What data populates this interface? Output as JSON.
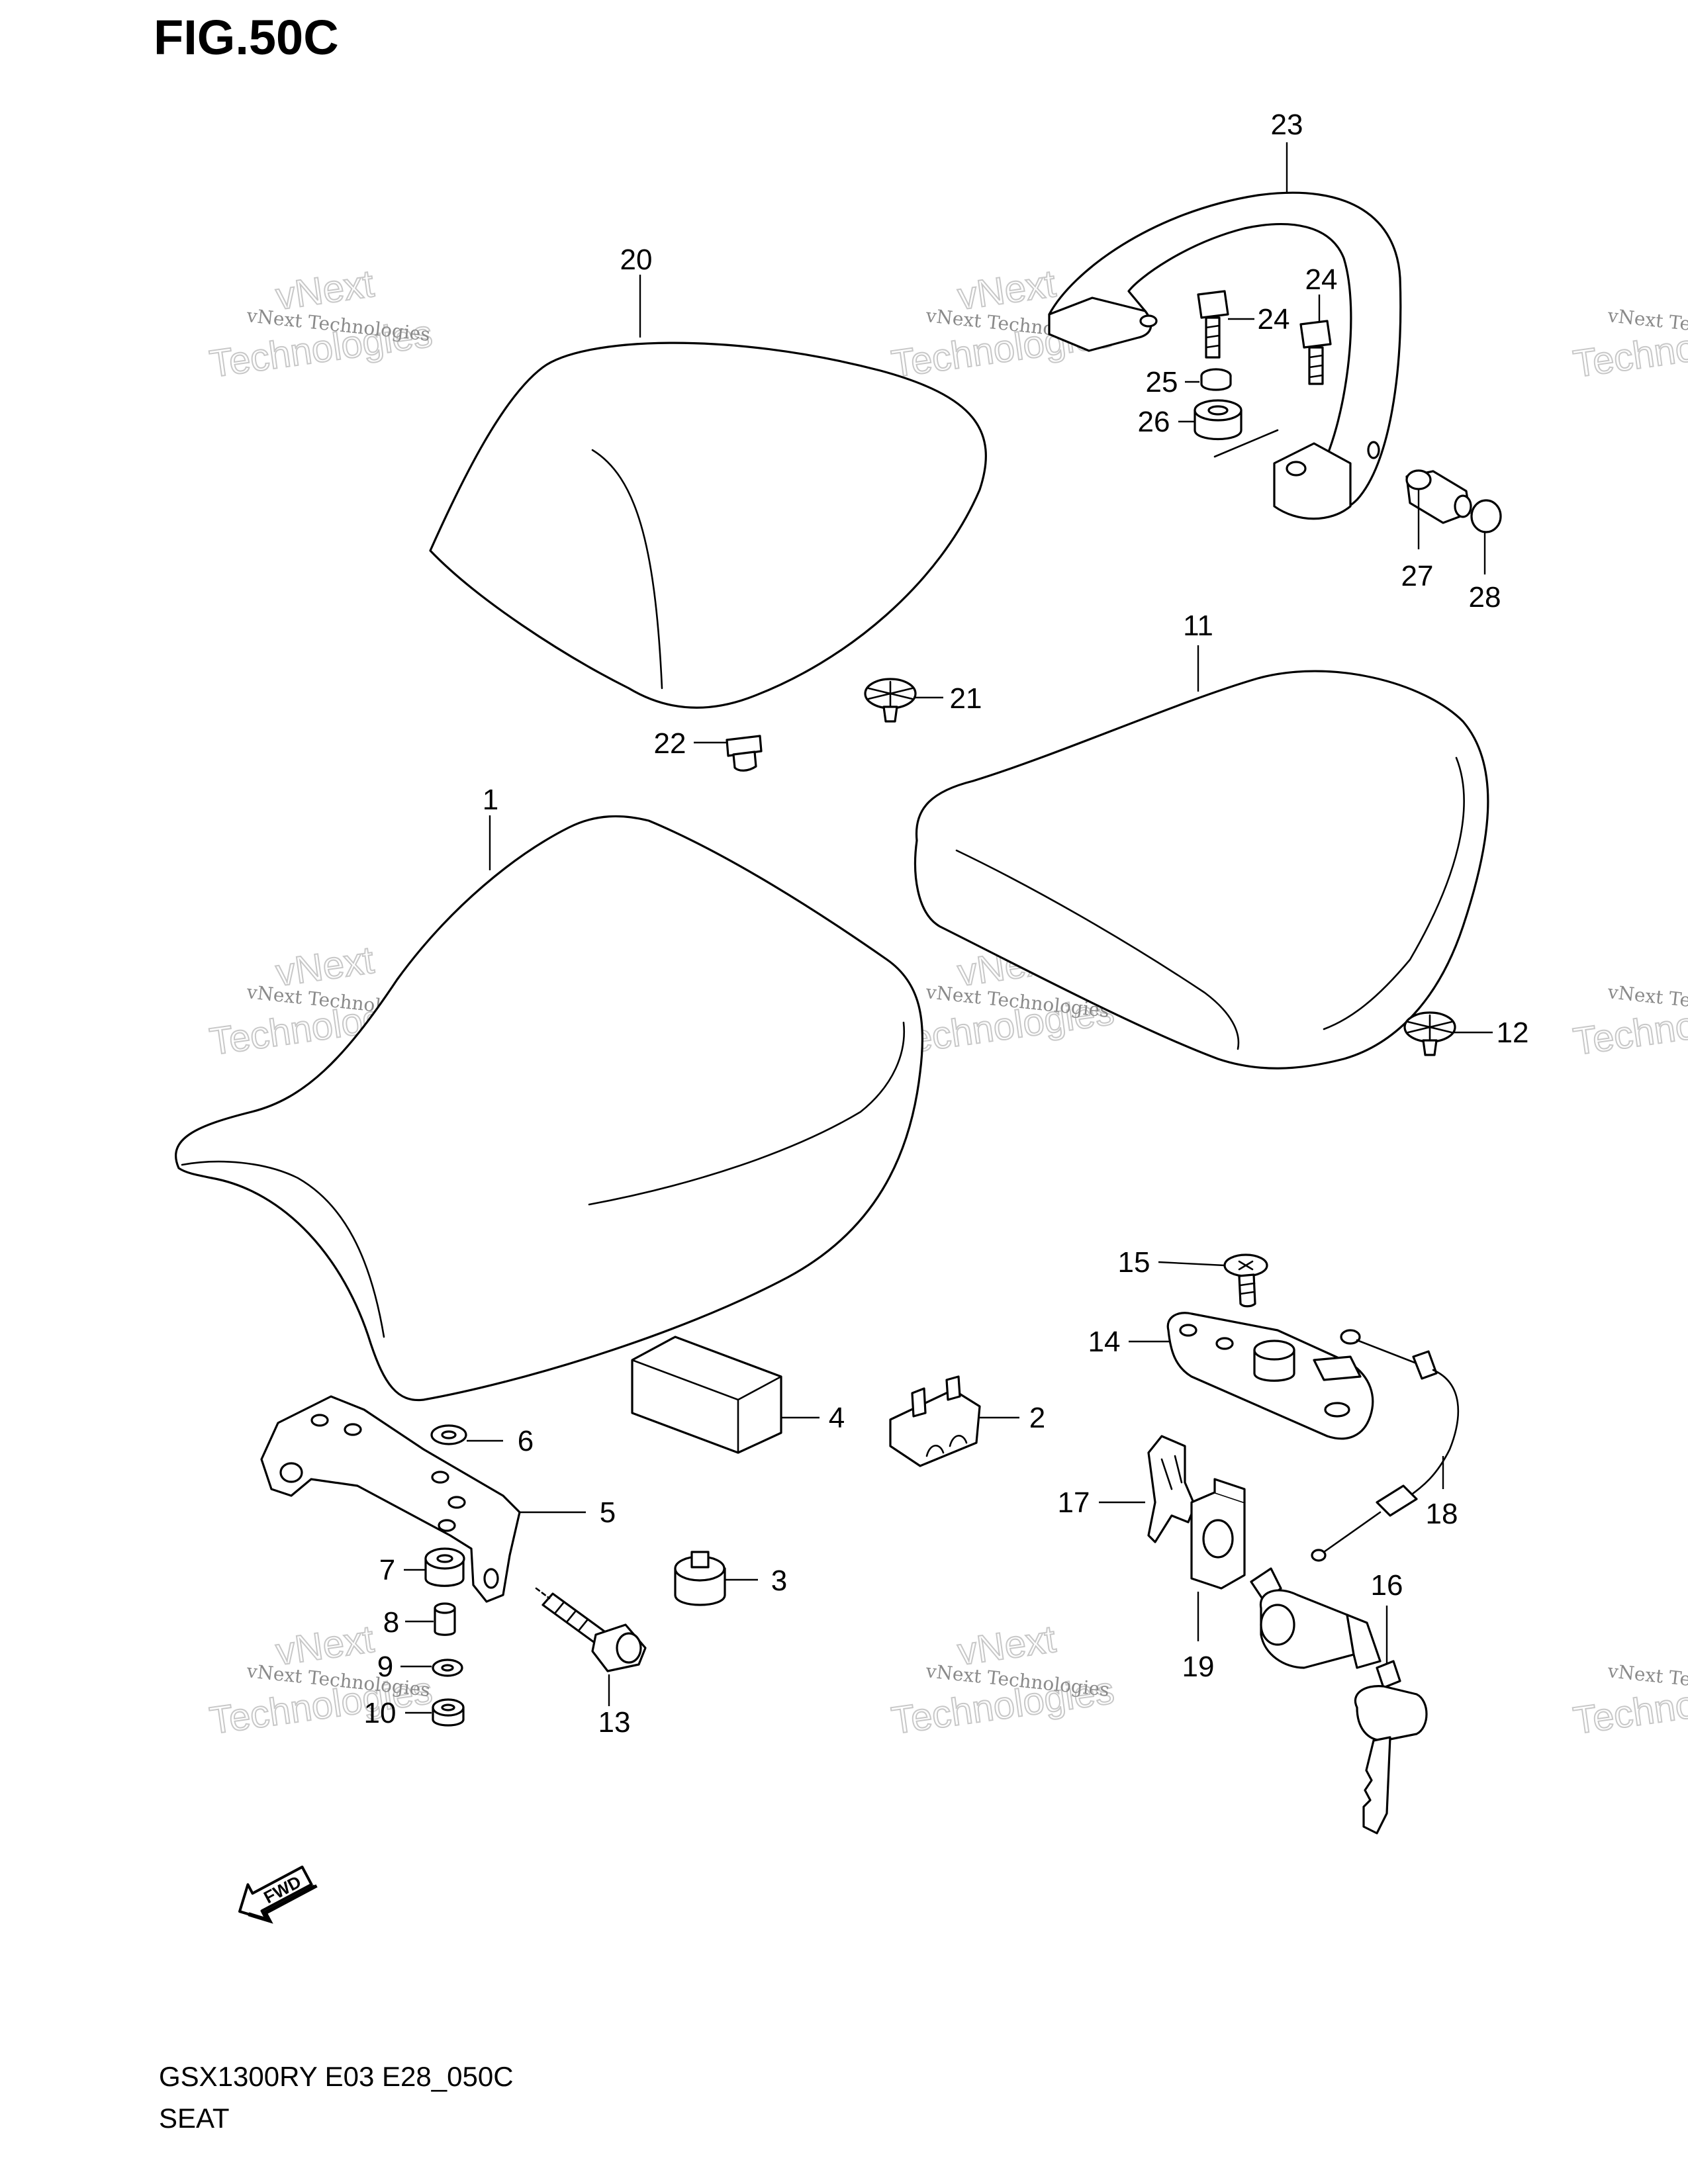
{
  "figure": {
    "title": "FIG.50C",
    "model_code": "GSX1300RY E03 E28_050C",
    "section_name": "SEAT",
    "direction_marker": "FWD"
  },
  "watermark": {
    "small_text": "vNext Technologies",
    "big_text": "Technologies",
    "big_prefix": "vNext"
  },
  "callouts": [
    {
      "id": "c1",
      "label": "1"
    },
    {
      "id": "c2",
      "label": "2"
    },
    {
      "id": "c3",
      "label": "3"
    },
    {
      "id": "c4",
      "label": "4"
    },
    {
      "id": "c5",
      "label": "5"
    },
    {
      "id": "c6",
      "label": "6"
    },
    {
      "id": "c7",
      "label": "7"
    },
    {
      "id": "c8",
      "label": "8"
    },
    {
      "id": "c9",
      "label": "9"
    },
    {
      "id": "c10",
      "label": "10"
    },
    {
      "id": "c11",
      "label": "11"
    },
    {
      "id": "c12",
      "label": "12"
    },
    {
      "id": "c13",
      "label": "13"
    },
    {
      "id": "c14",
      "label": "14"
    },
    {
      "id": "c15",
      "label": "15"
    },
    {
      "id": "c16",
      "label": "16"
    },
    {
      "id": "c17",
      "label": "17"
    },
    {
      "id": "c18",
      "label": "18"
    },
    {
      "id": "c19",
      "label": "19"
    },
    {
      "id": "c20",
      "label": "20"
    },
    {
      "id": "c21",
      "label": "21"
    },
    {
      "id": "c22",
      "label": "22"
    },
    {
      "id": "c23",
      "label": "23"
    },
    {
      "id": "c24a",
      "label": "24"
    },
    {
      "id": "c24b",
      "label": "24"
    },
    {
      "id": "c25",
      "label": "25"
    },
    {
      "id": "c26",
      "label": "26"
    },
    {
      "id": "c27",
      "label": "27"
    },
    {
      "id": "c28",
      "label": "28"
    }
  ]
}
